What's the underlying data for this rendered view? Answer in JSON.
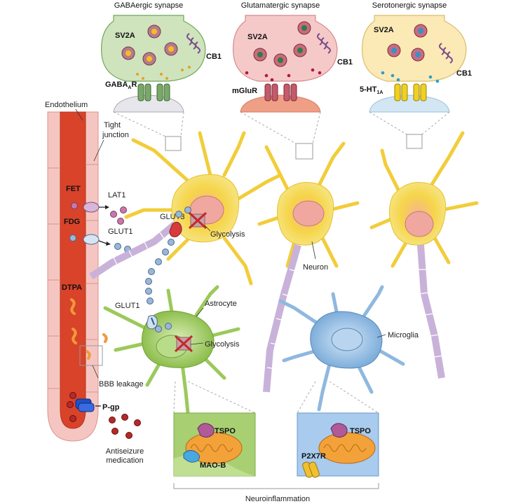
{
  "synapses": {
    "gaba": {
      "title": "GABAergic synapse",
      "sv2a": "SV2A",
      "cb1": "CB1",
      "receptor": "GABA",
      "receptor_sub": "A",
      "receptor_suffix": "R"
    },
    "glut": {
      "title": "Glutamatergic synapse",
      "sv2a": "SV2A",
      "cb1": "CB1",
      "receptor": "mGluR"
    },
    "sero": {
      "title": "Serotonergic synapse",
      "sv2a": "SV2A",
      "cb1": "CB1",
      "receptor": "5-HT",
      "receptor_sub": "1A"
    }
  },
  "vessel": {
    "endothelium": "Endothelium",
    "tight_junction_1": "Tight",
    "tight_junction_2": "junction",
    "fet": "FET",
    "fdg": "FDG",
    "dtpa": "DTPA",
    "lat1": "LAT1",
    "glut1": "GLUT1",
    "bbb_leakage": "BBB leakage",
    "pgp": "P-gp",
    "asm_1": "Antiseizure",
    "asm_2": "medication"
  },
  "neuron": {
    "glut3": "GLUT3",
    "glycolysis": "Glycolysis",
    "label": "Neuron"
  },
  "astrocyte": {
    "glut1": "GLUT1",
    "label": "Astrocyte",
    "glycolysis": "Glycolysis"
  },
  "microglia": {
    "label": "Microglia"
  },
  "insets": {
    "astro_tspo": "TSPO",
    "astro_maob": "MAO-B",
    "micro_tspo": "TSPO",
    "micro_p2x7r": "P2X7R"
  },
  "footer": {
    "label": "Neuroinflammation"
  },
  "colors": {
    "gaba_bouton": "#cfe3bd",
    "glut_bouton": "#f6c9c9",
    "sero_bouton": "#fbe9b6",
    "neuron": "#f6d94a",
    "astrocyte": "#9cc95a",
    "microglia": "#8fb8df",
    "vessel": "#d9432a",
    "endothelial": "#f5c6c1"
  }
}
